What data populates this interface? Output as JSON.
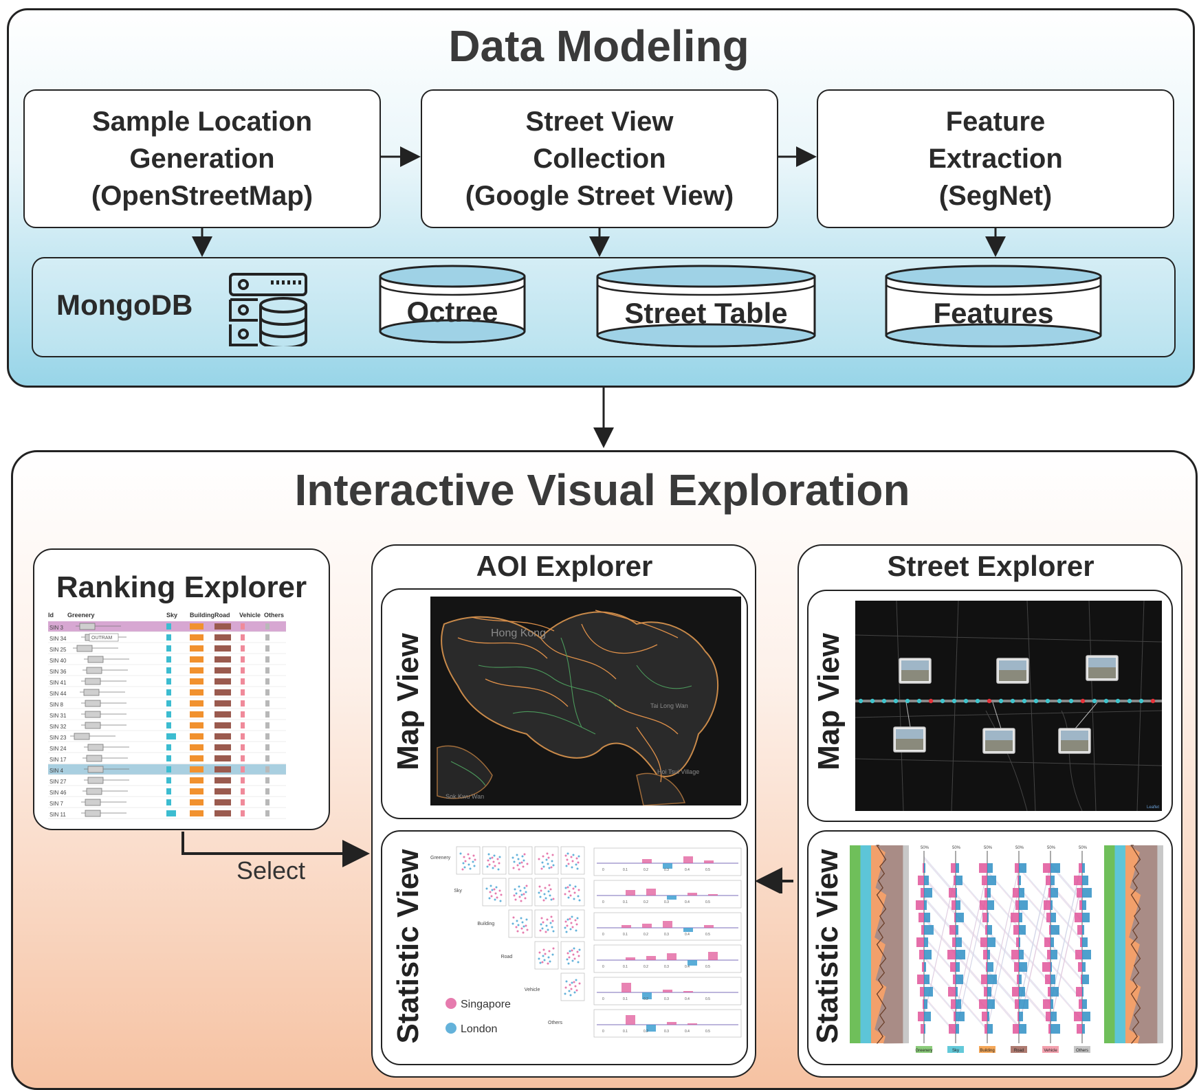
{
  "data_modeling": {
    "title": "Data Modeling",
    "steps": [
      {
        "line1": "Sample Location",
        "line2": "Generation",
        "line3": "(OpenStreetMap)"
      },
      {
        "line1": "Street View",
        "line2": "Collection",
        "line3": "(Google Street View)"
      },
      {
        "line1": "Feature",
        "line2": "Extraction",
        "line3": "(SegNet)"
      }
    ],
    "database": {
      "label": "MongoDB",
      "collections": [
        "Octree",
        "Street Table",
        "Features"
      ]
    }
  },
  "exploration": {
    "title": "Interactive Visual Exploration",
    "ranking_explorer": {
      "title": "Ranking Explorer",
      "columns": [
        "Id",
        "Greenery",
        "Sky",
        "Building",
        "Road",
        "Vehicle",
        "Others"
      ],
      "tooltip": "OUTRAM",
      "rows": [
        "SIN 3",
        "SIN 34",
        "SIN 25",
        "SIN 40",
        "SIN 36",
        "SIN 41",
        "SIN 44",
        "SIN 8",
        "SIN 31",
        "SIN 32",
        "SIN 23",
        "SIN 24",
        "SIN 17",
        "SIN 4",
        "SIN 27",
        "SIN 46",
        "SIN 7",
        "SIN 11"
      ],
      "select_label": "Select"
    },
    "aoi_explorer": {
      "title": "AOI Explorer",
      "map_view_label": "Map View",
      "statistic_view_label": "Statistic View",
      "map_places": [
        "Hong Kong",
        "Tai Long Wan",
        "Hoi Tsui Village",
        "Sok Kwu Wan"
      ],
      "scatter_labels": [
        "Greenery",
        "Sky",
        "Building",
        "Road",
        "Vehicle",
        "Others"
      ],
      "histogram_ticks": [
        "0",
        "0.1",
        "0.2",
        "0.3",
        "0.4",
        "0.5"
      ],
      "legend": [
        {
          "name": "Singapore",
          "color": "#e05a9a"
        },
        {
          "name": "London",
          "color": "#3d9fd1"
        }
      ]
    },
    "street_explorer": {
      "title": "Street Explorer",
      "map_view_label": "Map View",
      "statistic_view_label": "Statistic View",
      "axis_labels": [
        "Greenery",
        "Sky",
        "Building",
        "Road",
        "Vehicle",
        "Others"
      ],
      "axis_top_labels": [
        "50%",
        "50%",
        "50%",
        "50%",
        "50%",
        "50%"
      ],
      "map_attribution": "Leaflet"
    }
  },
  "colors": {
    "greenery": "#6fbf5a",
    "sky": "#3cbcd0",
    "building": "#f1912e",
    "road": "#9a5a4e",
    "vehicle": "#f08a9a",
    "others": "#b8b8b8"
  }
}
